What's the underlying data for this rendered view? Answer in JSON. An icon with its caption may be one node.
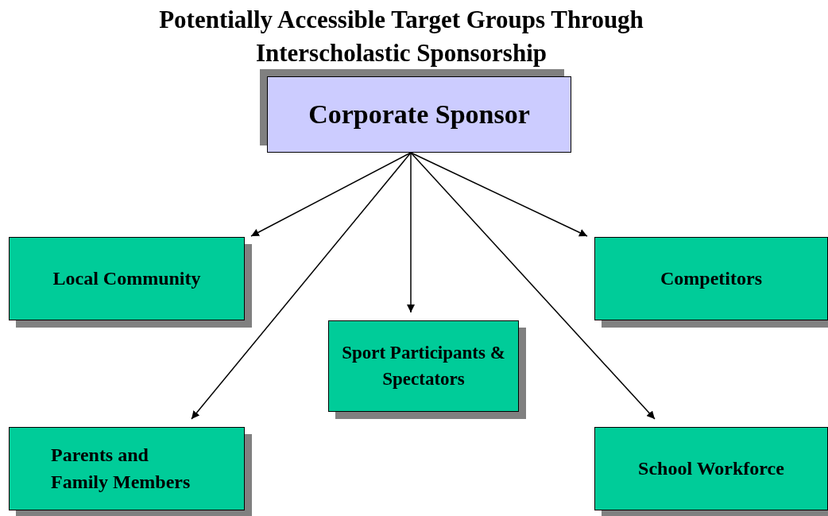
{
  "diagram": {
    "title": "Potentially Accessible Target Groups Through Interscholastic Sponsorship",
    "nodes": [
      {
        "text": [
          "Corporate Sponsor"
        ]
      },
      {
        "text": [
          "Local Community"
        ]
      },
      {
        "text": [
          "Competitors"
        ]
      },
      {
        "text": [
          "Sport Participants & Spectators"
        ]
      },
      {
        "text": [
          "Parents and Family Members"
        ]
      },
      {
        "text": [
          "School Workforce"
        ]
      }
    ],
    "edges": [
      {
        "from": 0,
        "to": 1,
        "arrow": "to"
      },
      {
        "from": 0,
        "to": 3,
        "arrow": "to"
      },
      {
        "from": 0,
        "to": 2,
        "arrow": "to"
      },
      {
        "from": 0,
        "to": 4,
        "arrow": "to"
      },
      {
        "from": 0,
        "to": 5,
        "arrow": "to"
      }
    ]
  }
}
